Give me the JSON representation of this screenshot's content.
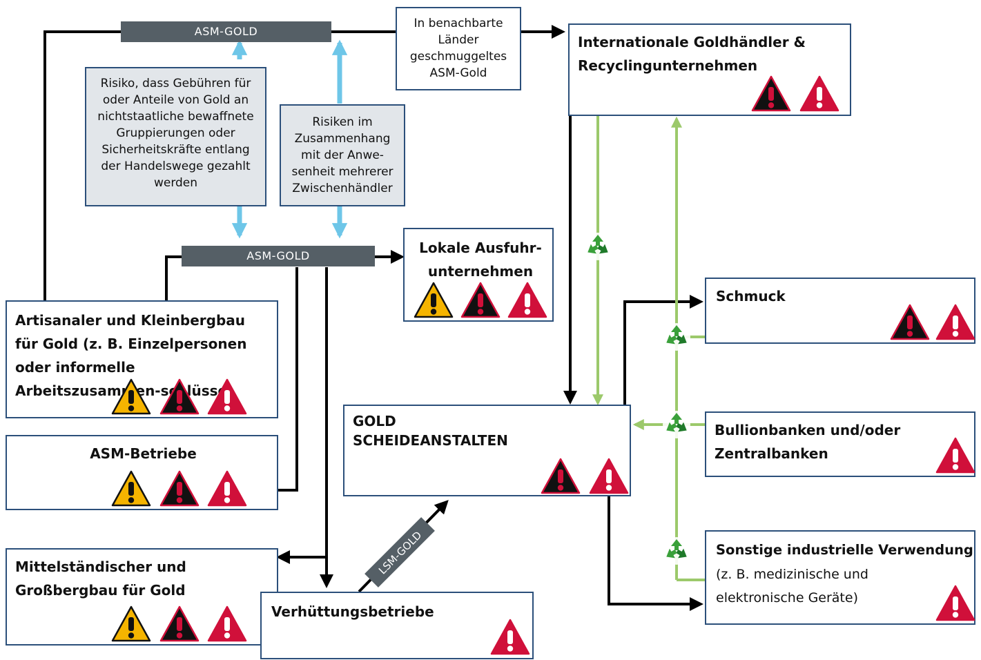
{
  "bars": {
    "top": "ASM-GOLD",
    "mid": "ASM-GOLD",
    "lsm": "LSM-GOLD"
  },
  "notes": {
    "smuggled": "In benachbarte Länder geschmuggeltes ASM-Gold",
    "risk_fees": "Risiko, dass Gebühren für oder Anteile von Gold an nichtstaatliche bewaffnete Gruppierungen oder Sicherheitskräfte entlang der Handelswege gezahlt werden",
    "risk_intermediaries": "Risiken im Zusammenhang mit der Anwe-senheit mehrerer Zwischenhändler"
  },
  "boxes": {
    "international": "Internationale Goldhändler & Recyclingunternehmen",
    "local_export": "Lokale Ausfuhr-unternehmen",
    "artisanal": "Artisanaler und Kleinbergbau für Gold (z. B. Einzelpersonen oder informelle Arbeitszusammen-schlüsse)",
    "asm_ops": "ASM-Betriebe",
    "medium_large": "Mittelständischer und Großbergbau für Gold",
    "smelters": "Verhüttungsbetriebe",
    "refineries": "GOLD SCHEIDEANSTALTEN",
    "jewelry": "Schmuck",
    "bullion": "Bullionbanken und/oder Zentralbanken",
    "industrial": "Sonstige industrielle Verwendung",
    "industrial_sub": "(z. B. medizinische und elektronische Geräte)"
  },
  "icons": {
    "warning_yellow": "warning-yellow-icon",
    "warning_black": "warning-black-icon",
    "warning_red": "warning-red-icon",
    "recycle": "recycle-icon"
  },
  "colors": {
    "box_border": "#2b4f7a",
    "bar_fill": "#555f66",
    "risk_arrow": "#6ec6e8",
    "recycle_line": "#9cc96b",
    "yellow": "#f5b400",
    "red": "#d0103a"
  }
}
